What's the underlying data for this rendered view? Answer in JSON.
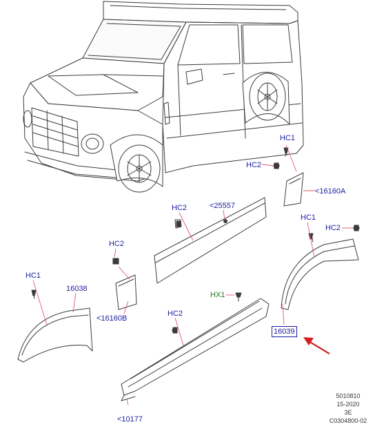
{
  "callouts": {
    "hc1_top": "HC1",
    "hc2_top": "HC2",
    "part_16160a": "<16160A",
    "hc2_moulding": "HC2",
    "part_25557": "<25557",
    "hc1_right": "HC1",
    "hc2_right": "HC2",
    "hc2_mid_left": "HC2",
    "hc1_left": "HC1",
    "part_16038": "16038",
    "part_16160b": "<16160B",
    "hx1": "HX1",
    "hc2_sill": "HC2",
    "part_16039": "16039",
    "part_10177": "<10177"
  },
  "footer": {
    "line1": "5010810",
    "line2": "15-2020",
    "line3": "3E",
    "line4": "C0304800-02"
  },
  "colors": {
    "callout": "#1a1aa0",
    "callout_hx": "#1e7a1e",
    "leader": "#e05a6a",
    "arrow": "#d42020",
    "line_art": "#333333"
  }
}
